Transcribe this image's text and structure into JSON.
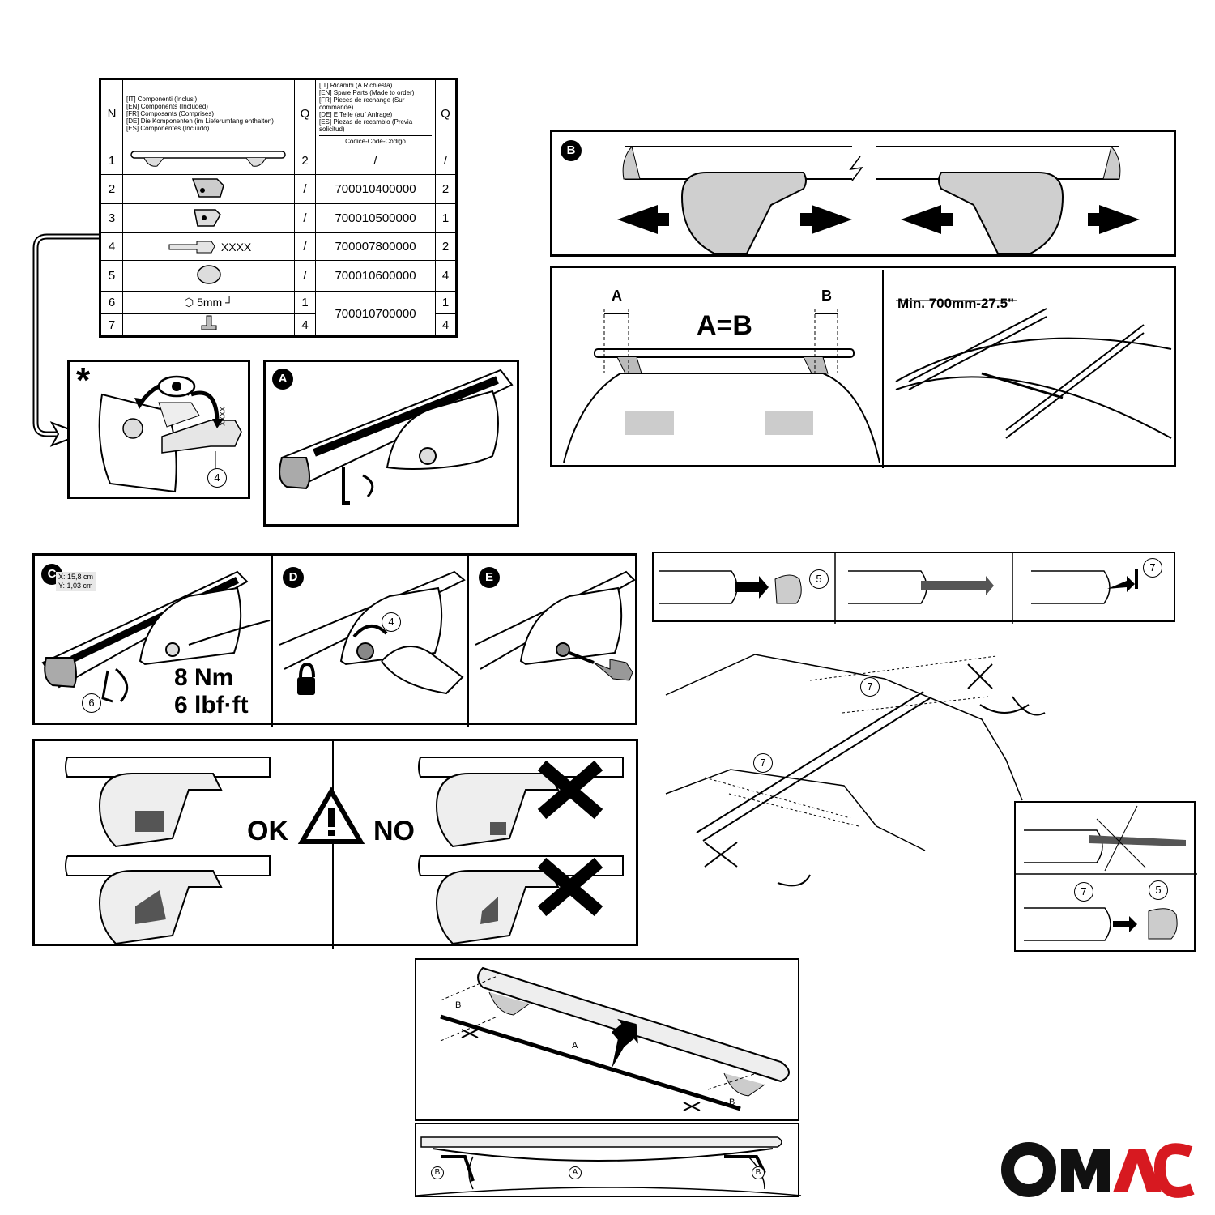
{
  "table": {
    "head": {
      "n": "N",
      "components": [
        "[IT] Componenti (Inclusi)",
        "[EN] Components (Included)",
        "[FR] Composants (Comprises)",
        "[DE] Die Komponenten (im Lieferumfang enthalten)",
        "[ES] Componentes (Incluido)"
      ],
      "q": "Q",
      "spares": [
        "[IT] Ricambi (A Richiesta)",
        "[EN] Spare Parts (Made to order)",
        "[FR] Pieces de rechange (Sur commande)",
        "[DE] E Teile (auf Anfrage)",
        "[ES] Piezas de recambio (Previa solicitud)"
      ],
      "code_label": "Codice-Code-Código",
      "q2": "Q"
    },
    "rows": [
      {
        "n": "1",
        "q": "2",
        "code": "/",
        "q2": "/"
      },
      {
        "n": "2",
        "q": "/",
        "code": "700010400000",
        "q2": "2"
      },
      {
        "n": "3",
        "q": "/",
        "code": "700010500000",
        "q2": "1"
      },
      {
        "n": "4",
        "q": "/",
        "code": "700007800000",
        "q2": "2",
        "key_text": "XXXX"
      },
      {
        "n": "5",
        "q": "/",
        "code": "700010600000",
        "q2": "4"
      },
      {
        "n": "6",
        "q": "1",
        "code": "700010700000",
        "q2": "1",
        "tool_text": "5mm"
      },
      {
        "n": "7",
        "q": "4",
        "q2": "4"
      }
    ]
  },
  "panels": {
    "star": {
      "symbol": "*",
      "key_text": "XXXX",
      "callout": "4"
    },
    "a": {
      "badge": "A"
    },
    "b": {
      "badge": "B"
    },
    "measure": {
      "a": "A",
      "b": "B",
      "eq": "A=B",
      "min": "Min. 700mm-27.5\""
    },
    "c": {
      "badge": "C",
      "x_readout": "X: 15,8 cm",
      "y_readout": "Y: 1,03 cm",
      "callout": "6",
      "torque_nm": "8 Nm",
      "torque_lbf": "6 lbf·ft"
    },
    "d": {
      "badge": "D",
      "callout": "4"
    },
    "e": {
      "badge": "E"
    },
    "check": {
      "ok": "OK",
      "no": "NO"
    },
    "caps": {
      "callout5": "5",
      "callout7": "7"
    },
    "cut": {
      "callout_a": "7",
      "callout_b": "7"
    },
    "endcap": {
      "callout7": "7",
      "callout5": "5"
    },
    "strip": {
      "b1": "B",
      "a": "A",
      "b2": "B",
      "b3": "B",
      "a2": "A",
      "b4": "B"
    }
  },
  "logo": {
    "text": "OMAC",
    "colors": {
      "om": "#111111",
      "ac": "#d71920"
    }
  }
}
